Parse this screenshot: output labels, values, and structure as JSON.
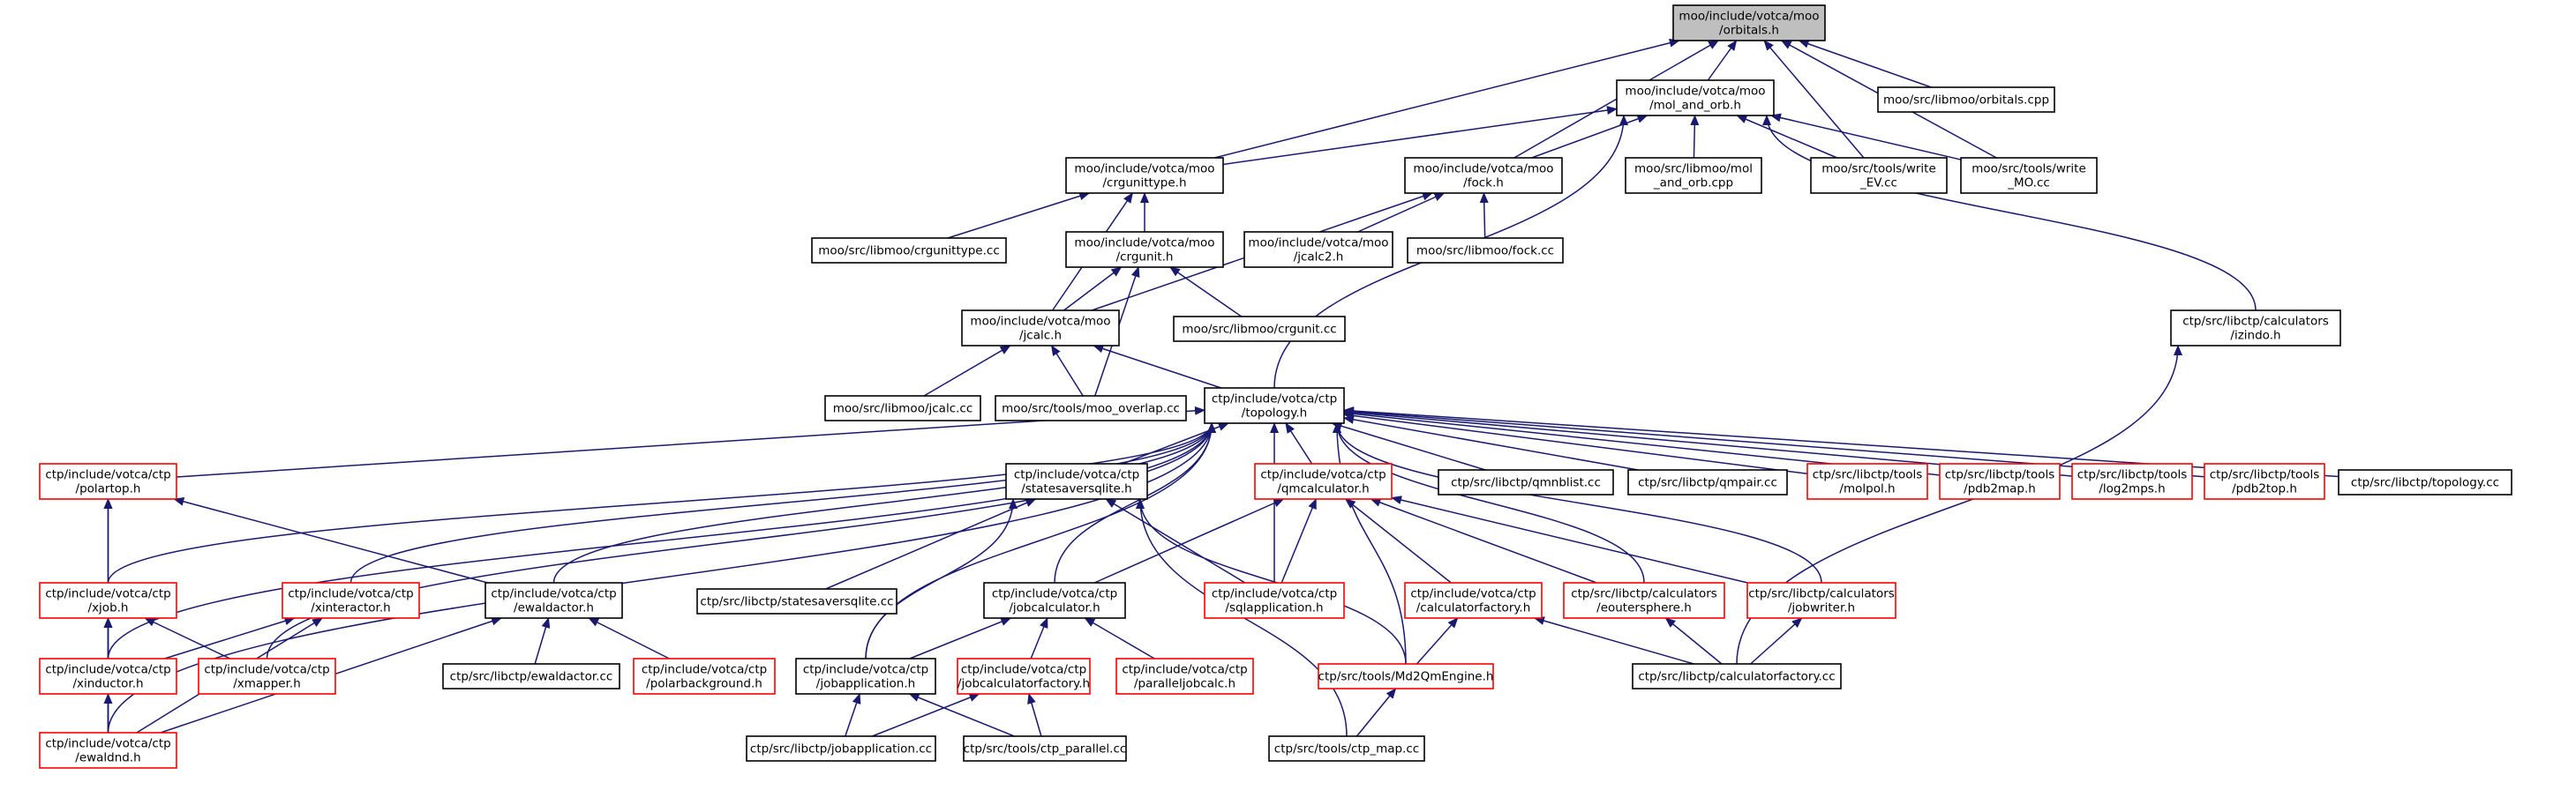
{
  "colors": {
    "edge": "#191970",
    "border_black": "#000000",
    "border_red": "#ff0000",
    "root_fill": "#bfbfbf",
    "node_fill": "#ffffff",
    "text": "#000000"
  },
  "nodes": [
    {
      "id": "orbitals_h",
      "lines": [
        "moo/include/votca/moo",
        "/orbitals.h"
      ],
      "border": "root"
    },
    {
      "id": "mol_and_orb_h",
      "lines": [
        "moo/include/votca/moo",
        "/mol_and_orb.h"
      ],
      "border": "black"
    },
    {
      "id": "orbitals_cpp",
      "lines": [
        "moo/src/libmoo/orbitals.cpp"
      ],
      "border": "black"
    },
    {
      "id": "crgunittype_h",
      "lines": [
        "moo/include/votca/moo",
        "/crgunittype.h"
      ],
      "border": "black"
    },
    {
      "id": "fock_h",
      "lines": [
        "moo/include/votca/moo",
        "/fock.h"
      ],
      "border": "black"
    },
    {
      "id": "mol_and_orb_cpp",
      "lines": [
        "moo/src/libmoo/mol",
        "_and_orb.cpp"
      ],
      "border": "black"
    },
    {
      "id": "write_EV",
      "lines": [
        "moo/src/tools/write",
        "_EV.cc"
      ],
      "border": "black"
    },
    {
      "id": "write_MO",
      "lines": [
        "moo/src/tools/write",
        "_MO.cc"
      ],
      "border": "black"
    },
    {
      "id": "crgunittype_cc",
      "lines": [
        "moo/src/libmoo/crgunittype.cc"
      ],
      "border": "black"
    },
    {
      "id": "crgunit_h",
      "lines": [
        "moo/include/votca/moo",
        "/crgunit.h"
      ],
      "border": "black"
    },
    {
      "id": "jcalc2_h",
      "lines": [
        "moo/include/votca/moo",
        "/jcalc2.h"
      ],
      "border": "black"
    },
    {
      "id": "fock_cc",
      "lines": [
        "moo/src/libmoo/fock.cc"
      ],
      "border": "black"
    },
    {
      "id": "jcalc_h",
      "lines": [
        "moo/include/votca/moo",
        "/jcalc.h"
      ],
      "border": "black"
    },
    {
      "id": "crgunit_cc",
      "lines": [
        "moo/src/libmoo/crgunit.cc"
      ],
      "border": "black"
    },
    {
      "id": "izindo_h",
      "lines": [
        "ctp/src/libctp/calculators",
        "/izindo.h"
      ],
      "border": "black"
    },
    {
      "id": "jcalc_cc",
      "lines": [
        "moo/src/libmoo/jcalc.cc"
      ],
      "border": "black"
    },
    {
      "id": "moo_overlap",
      "lines": [
        "moo/src/tools/moo_overlap.cc"
      ],
      "border": "black"
    },
    {
      "id": "topology_h",
      "lines": [
        "ctp/include/votca/ctp",
        "/topology.h"
      ],
      "border": "black"
    },
    {
      "id": "polartop_h",
      "lines": [
        "ctp/include/votca/ctp",
        "/polartop.h"
      ],
      "border": "red"
    },
    {
      "id": "statesaversqlite_h",
      "lines": [
        "ctp/include/votca/ctp",
        "/statesaversqlite.h"
      ],
      "border": "black"
    },
    {
      "id": "qmcalculator_h",
      "lines": [
        "ctp/include/votca/ctp",
        "/qmcalculator.h"
      ],
      "border": "red"
    },
    {
      "id": "qmnblist_cc",
      "lines": [
        "ctp/src/libctp/qmnblist.cc"
      ],
      "border": "black"
    },
    {
      "id": "qmpair_cc",
      "lines": [
        "ctp/src/libctp/qmpair.cc"
      ],
      "border": "black"
    },
    {
      "id": "molpol",
      "lines": [
        "ctp/src/libctp/tools",
        "/molpol.h"
      ],
      "border": "red"
    },
    {
      "id": "pdb2map",
      "lines": [
        "ctp/src/libctp/tools",
        "/pdb2map.h"
      ],
      "border": "red"
    },
    {
      "id": "log2mps",
      "lines": [
        "ctp/src/libctp/tools",
        "/log2mps.h"
      ],
      "border": "red"
    },
    {
      "id": "pdb2top",
      "lines": [
        "ctp/src/libctp/tools",
        "/pdb2top.h"
      ],
      "border": "red"
    },
    {
      "id": "topology_cc",
      "lines": [
        "ctp/src/libctp/topology.cc"
      ],
      "border": "black"
    },
    {
      "id": "xjob_h",
      "lines": [
        "ctp/include/votca/ctp",
        "/xjob.h"
      ],
      "border": "red"
    },
    {
      "id": "xinteractor_h",
      "lines": [
        "ctp/include/votca/ctp",
        "/xinteractor.h"
      ],
      "border": "red"
    },
    {
      "id": "ewaldactor_h",
      "lines": [
        "ctp/include/votca/ctp",
        "/ewaldactor.h"
      ],
      "border": "black"
    },
    {
      "id": "statesaversqlite_cc",
      "lines": [
        "ctp/src/libctp/statesaversqlite.cc"
      ],
      "border": "black"
    },
    {
      "id": "jobcalculator_h",
      "lines": [
        "ctp/include/votca/ctp",
        "/jobcalculator.h"
      ],
      "border": "black"
    },
    {
      "id": "sqlapplication_h",
      "lines": [
        "ctp/include/votca/ctp",
        "/sqlapplication.h"
      ],
      "border": "red"
    },
    {
      "id": "calculatorfactory_h",
      "lines": [
        "ctp/include/votca/ctp",
        "/calculatorfactory.h"
      ],
      "border": "red"
    },
    {
      "id": "eoutersphere_h",
      "lines": [
        "ctp/src/libctp/calculators",
        "/eoutersphere.h"
      ],
      "border": "red"
    },
    {
      "id": "jobwriter_h",
      "lines": [
        "ctp/src/libctp/calculators",
        "/jobwriter.h"
      ],
      "border": "red"
    },
    {
      "id": "xinductor_h",
      "lines": [
        "ctp/include/votca/ctp",
        "/xinductor.h"
      ],
      "border": "red"
    },
    {
      "id": "xmapper_h",
      "lines": [
        "ctp/include/votca/ctp",
        "/xmapper.h"
      ],
      "border": "red"
    },
    {
      "id": "ewaldactor_cc",
      "lines": [
        "ctp/src/libctp/ewaldactor.cc"
      ],
      "border": "black"
    },
    {
      "id": "polarbackground_h",
      "lines": [
        "ctp/include/votca/ctp",
        "/polarbackground.h"
      ],
      "border": "red"
    },
    {
      "id": "jobapplication_h",
      "lines": [
        "ctp/include/votca/ctp",
        "/jobapplication.h"
      ],
      "border": "black"
    },
    {
      "id": "jobcalculatorfactory_h",
      "lines": [
        "ctp/include/votca/ctp",
        "/jobcalculatorfactory.h"
      ],
      "border": "red"
    },
    {
      "id": "paralleljobcalc_h",
      "lines": [
        "ctp/include/votca/ctp",
        "/paralleljobcalc.h"
      ],
      "border": "red"
    },
    {
      "id": "md2qmengine_h",
      "lines": [
        "ctp/src/tools/Md2QmEngine.h"
      ],
      "border": "red"
    },
    {
      "id": "calculatorfactory_cc",
      "lines": [
        "ctp/src/libctp/calculatorfactory.cc"
      ],
      "border": "black"
    },
    {
      "id": "ewaldnd_h",
      "lines": [
        "ctp/include/votca/ctp",
        "/ewaldnd.h"
      ],
      "border": "red"
    },
    {
      "id": "jobapplication_cc",
      "lines": [
        "ctp/src/libctp/jobapplication.cc"
      ],
      "border": "black"
    },
    {
      "id": "ctp_parallel",
      "lines": [
        "ctp/src/tools/ctp_parallel.cc"
      ],
      "border": "black"
    },
    {
      "id": "ctp_map",
      "lines": [
        "ctp/src/tools/ctp_map.cc"
      ],
      "border": "black"
    }
  ],
  "edges": [
    [
      "orbitals_h",
      "mol_and_orb_h"
    ],
    [
      "orbitals_h",
      "orbitals_cpp"
    ],
    [
      "orbitals_h",
      "crgunittype_h"
    ],
    [
      "orbitals_h",
      "fock_h"
    ],
    [
      "orbitals_h",
      "write_EV"
    ],
    [
      "orbitals_h",
      "write_MO"
    ],
    [
      "mol_and_orb_h",
      "crgunittype_h"
    ],
    [
      "mol_and_orb_h",
      "fock_h"
    ],
    [
      "mol_and_orb_h",
      "mol_and_orb_cpp"
    ],
    [
      "mol_and_orb_h",
      "write_EV"
    ],
    [
      "mol_and_orb_h",
      "write_MO"
    ],
    [
      "mol_and_orb_h",
      "izindo_h"
    ],
    [
      "mol_and_orb_h",
      "topology_h"
    ],
    [
      "crgunittype_h",
      "crgunittype_cc"
    ],
    [
      "crgunittype_h",
      "crgunit_h"
    ],
    [
      "crgunittype_h",
      "jcalc_h"
    ],
    [
      "fock_h",
      "jcalc2_h"
    ],
    [
      "fock_h",
      "fock_cc"
    ],
    [
      "fock_h",
      "jcalc_h"
    ],
    [
      "crgunit_h",
      "jcalc_h"
    ],
    [
      "crgunit_h",
      "crgunit_cc"
    ],
    [
      "crgunit_h",
      "moo_overlap"
    ],
    [
      "jcalc_h",
      "jcalc_cc"
    ],
    [
      "jcalc_h",
      "moo_overlap"
    ],
    [
      "jcalc_h",
      "topology_h"
    ],
    [
      "izindo_h",
      "calculatorfactory_cc"
    ],
    [
      "topology_h",
      "polartop_h"
    ],
    [
      "topology_h",
      "statesaversqlite_h"
    ],
    [
      "topology_h",
      "qmcalculator_h"
    ],
    [
      "topology_h",
      "qmnblist_cc"
    ],
    [
      "topology_h",
      "qmpair_cc"
    ],
    [
      "topology_h",
      "molpol"
    ],
    [
      "topology_h",
      "pdb2map"
    ],
    [
      "topology_h",
      "log2mps"
    ],
    [
      "topology_h",
      "pdb2top"
    ],
    [
      "topology_h",
      "topology_cc"
    ],
    [
      "topology_h",
      "xjob_h"
    ],
    [
      "topology_h",
      "xinteractor_h"
    ],
    [
      "topology_h",
      "ewaldactor_h"
    ],
    [
      "topology_h",
      "jobcalculator_h"
    ],
    [
      "topology_h",
      "sqlapplication_h"
    ],
    [
      "topology_h",
      "eoutersphere_h"
    ],
    [
      "topology_h",
      "jobwriter_h"
    ],
    [
      "topology_h",
      "xinductor_h"
    ],
    [
      "topology_h",
      "xmapper_h"
    ],
    [
      "topology_h",
      "jobapplication_h"
    ],
    [
      "topology_h",
      "md2qmengine_h"
    ],
    [
      "topology_h",
      "ewaldnd_h"
    ],
    [
      "polartop_h",
      "xjob_h"
    ],
    [
      "polartop_h",
      "ewaldactor_h"
    ],
    [
      "polartop_h",
      "ewaldnd_h"
    ],
    [
      "statesaversqlite_h",
      "statesaversqlite_cc"
    ],
    [
      "statesaversqlite_h",
      "sqlapplication_h"
    ],
    [
      "statesaversqlite_h",
      "jobapplication_h"
    ],
    [
      "statesaversqlite_h",
      "md2qmengine_h"
    ],
    [
      "statesaversqlite_h",
      "ctp_map"
    ],
    [
      "qmcalculator_h",
      "jobcalculator_h"
    ],
    [
      "qmcalculator_h",
      "sqlapplication_h"
    ],
    [
      "qmcalculator_h",
      "calculatorfactory_h"
    ],
    [
      "qmcalculator_h",
      "eoutersphere_h"
    ],
    [
      "qmcalculator_h",
      "jobwriter_h"
    ],
    [
      "xjob_h",
      "xinductor_h"
    ],
    [
      "xjob_h",
      "xmapper_h"
    ],
    [
      "xjob_h",
      "ewaldnd_h"
    ],
    [
      "xinteractor_h",
      "xinductor_h"
    ],
    [
      "xinteractor_h",
      "ewaldnd_h"
    ],
    [
      "ewaldactor_h",
      "ewaldactor_cc"
    ],
    [
      "ewaldactor_h",
      "polarbackground_h"
    ],
    [
      "ewaldactor_h",
      "ewaldnd_h"
    ],
    [
      "jobcalculator_h",
      "jobapplication_h"
    ],
    [
      "jobcalculator_h",
      "jobcalculatorfactory_h"
    ],
    [
      "jobcalculator_h",
      "paralleljobcalc_h"
    ],
    [
      "calculatorfactory_h",
      "md2qmengine_h"
    ],
    [
      "calculatorfactory_h",
      "calculatorfactory_cc"
    ],
    [
      "eoutersphere_h",
      "calculatorfactory_cc"
    ],
    [
      "jobwriter_h",
      "calculatorfactory_cc"
    ],
    [
      "xinductor_h",
      "ewaldnd_h"
    ],
    [
      "jobapplication_h",
      "jobapplication_cc"
    ],
    [
      "jobapplication_h",
      "ctp_parallel"
    ],
    [
      "jobcalculatorfactory_h",
      "jobapplication_cc"
    ],
    [
      "jobcalculatorfactory_h",
      "ctp_parallel"
    ],
    [
      "md2qmengine_h",
      "ctp_map"
    ]
  ]
}
